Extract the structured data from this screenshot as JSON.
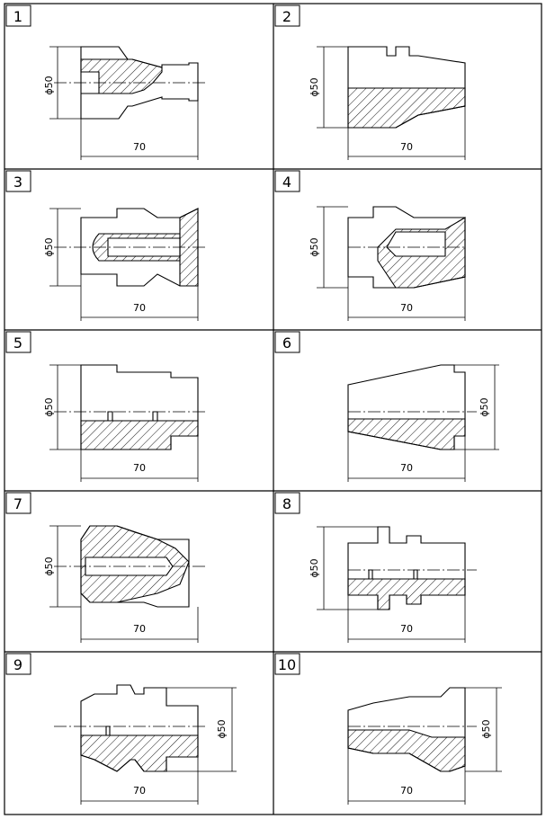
{
  "dimension_labels": {
    "diameter": "ϕ50",
    "length": "70"
  },
  "panels": [
    {
      "number": "1"
    },
    {
      "number": "2"
    },
    {
      "number": "3"
    },
    {
      "number": "4"
    },
    {
      "number": "5"
    },
    {
      "number": "6"
    },
    {
      "number": "7"
    },
    {
      "number": "8"
    },
    {
      "number": "9"
    },
    {
      "number": "10"
    }
  ],
  "colors": {
    "line": "#000000",
    "background": "#ffffff"
  }
}
